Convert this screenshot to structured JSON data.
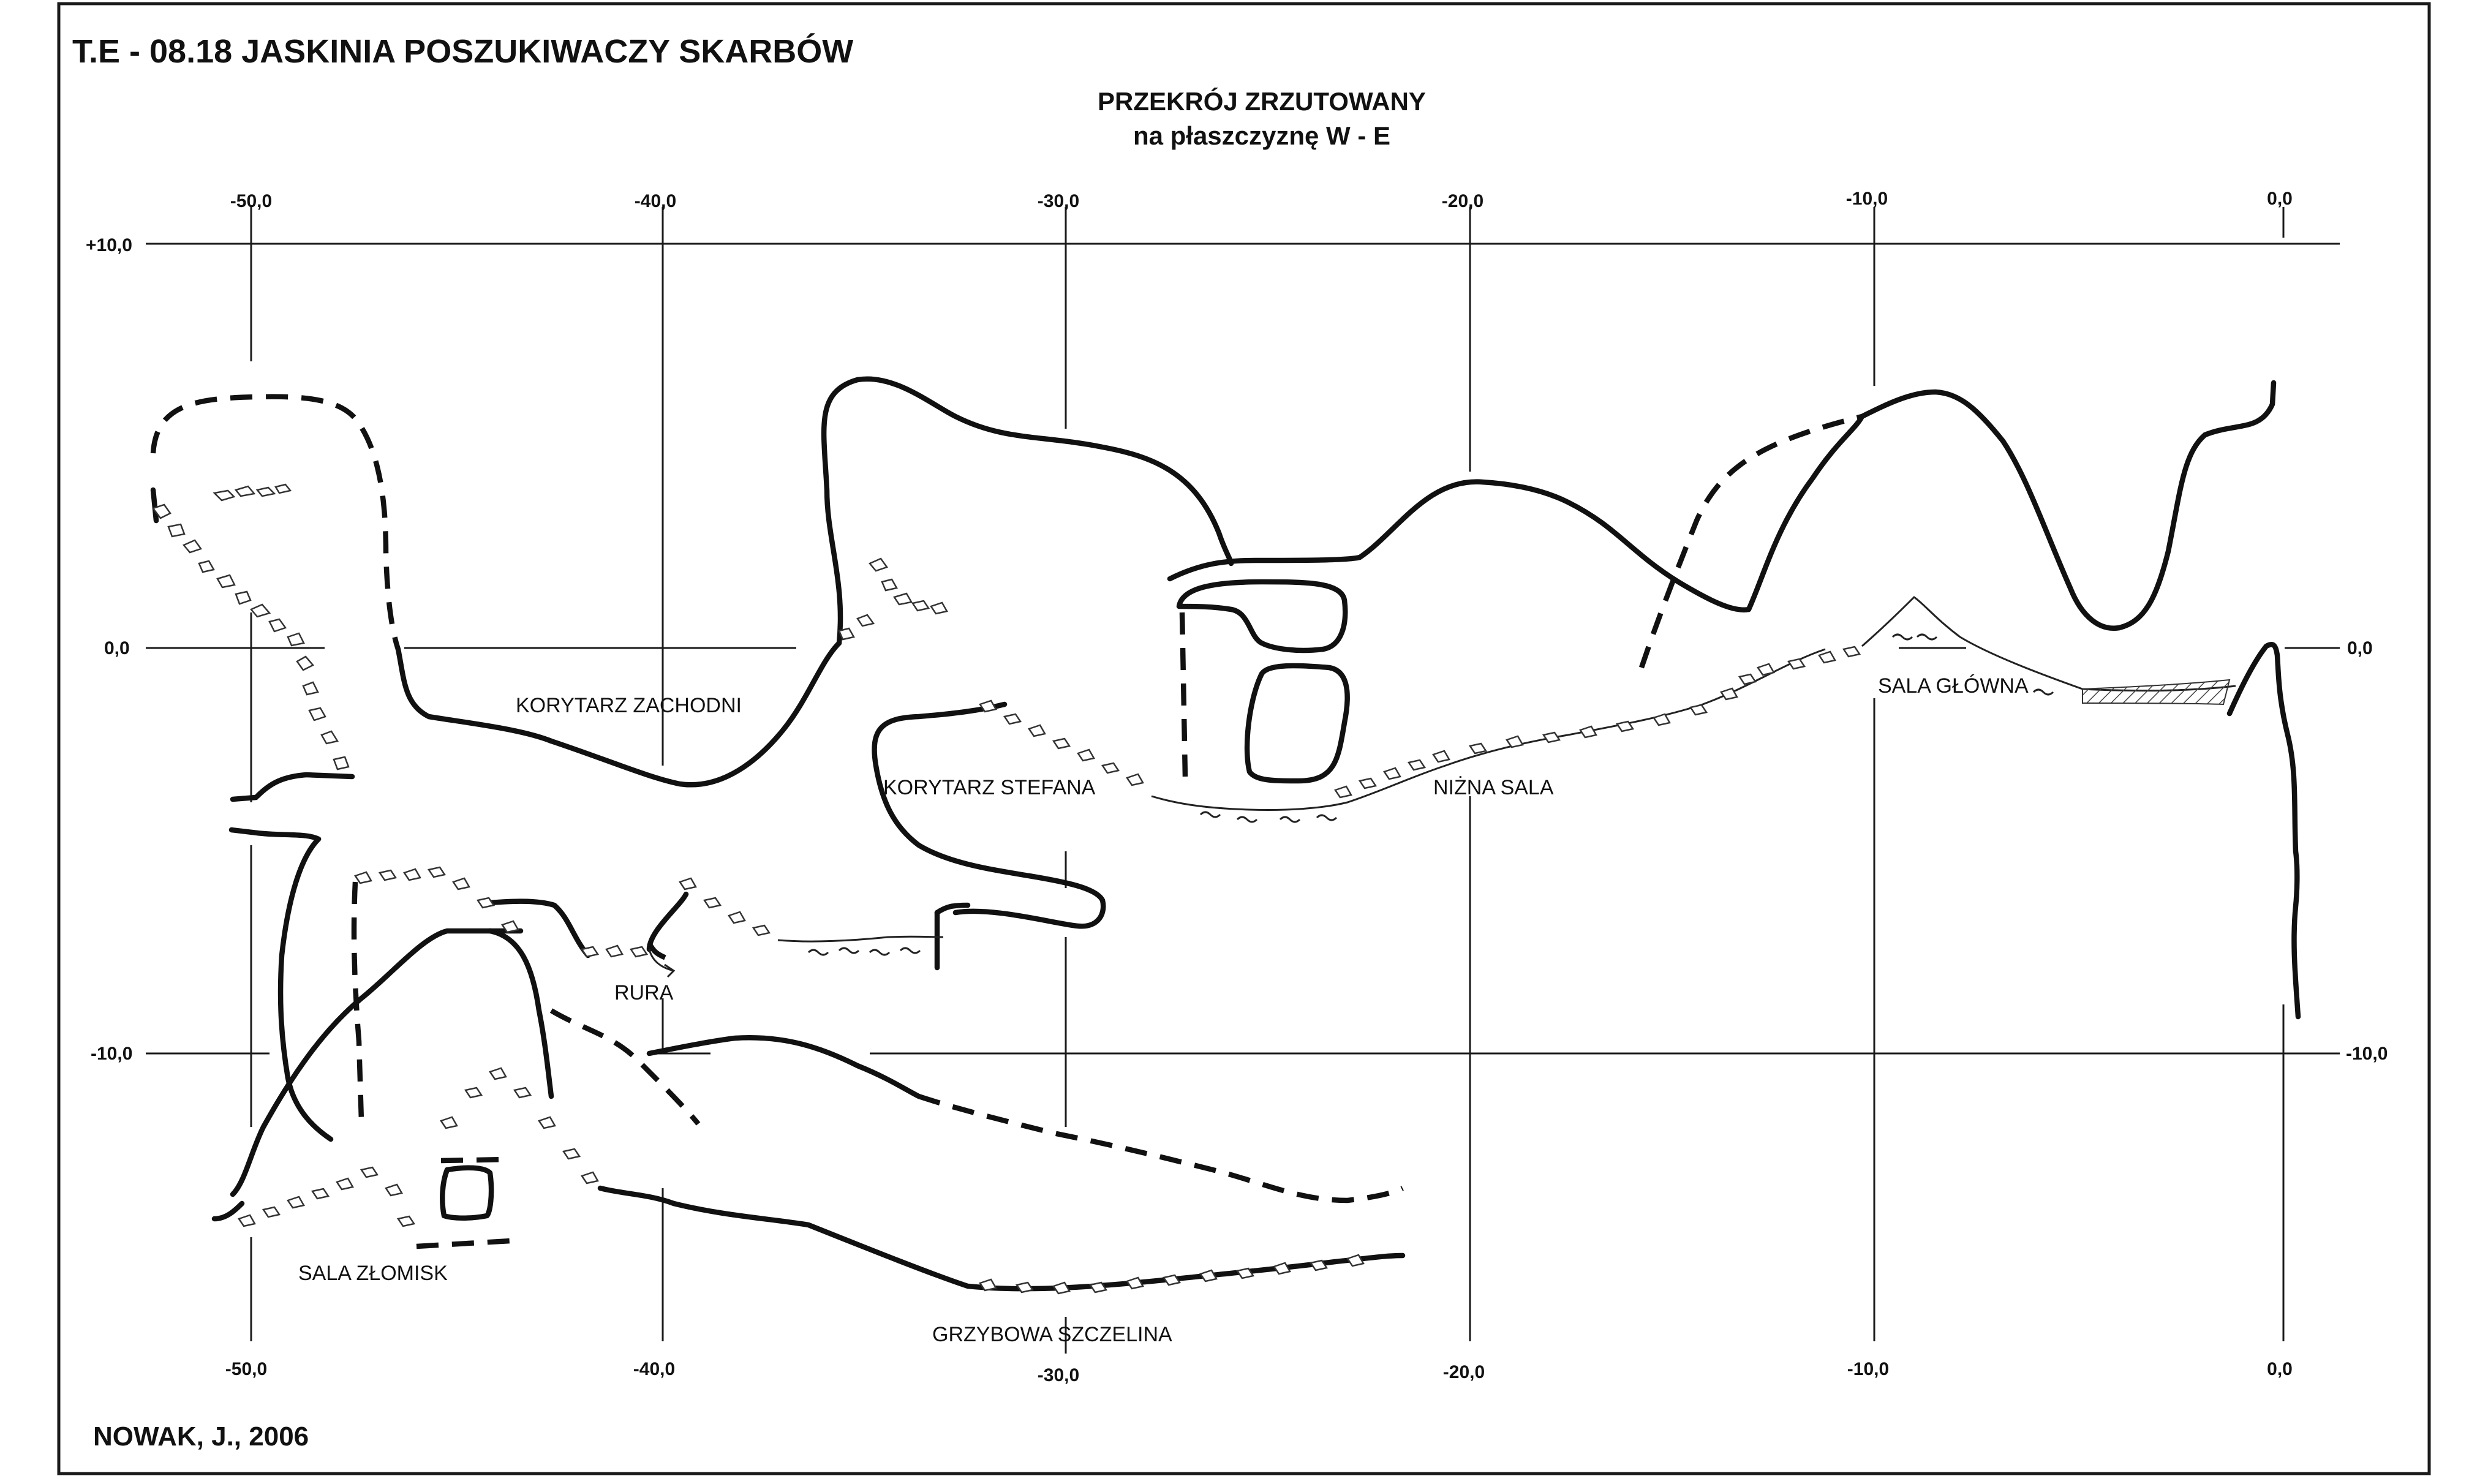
{
  "map": {
    "title": "T.E - 08.18  JASKINIA POSZUKIWACZY SKARBÓW",
    "subtitle_line1": "PRZEKRÓJ  ZRZUTOWANY",
    "subtitle_line2": "na płaszczyznę W - E",
    "author": "NOWAK, J., 2006"
  },
  "axes": {
    "x_ticks_top": [
      "-50,0",
      "-40,0",
      "-30,0",
      "-20,0",
      "-10,0",
      "0,0"
    ],
    "x_ticks_bottom": [
      "-50,0",
      "-40,0",
      "-30,0",
      "-20,0",
      "-10,0",
      "0,0"
    ],
    "y_ticks_left": [
      "+10,0",
      "0,0",
      "-10,0"
    ],
    "y_ticks_right": [
      "0,0",
      "-10,0"
    ]
  },
  "labels": {
    "korytarz_zachodni": "KORYTARZ  ZACHODNI",
    "korytarz_stefana": "KORYTARZ  STEFANA",
    "nizna_sala": "NIŻNA SALA",
    "sala_glowna": "SALA  GŁÓWNA",
    "rura": "RURA",
    "sala_zlomisk": "SALA  ZŁOMISK",
    "grzybowa_szczelina": "GRZYBOWA  SZCZELINA"
  }
}
